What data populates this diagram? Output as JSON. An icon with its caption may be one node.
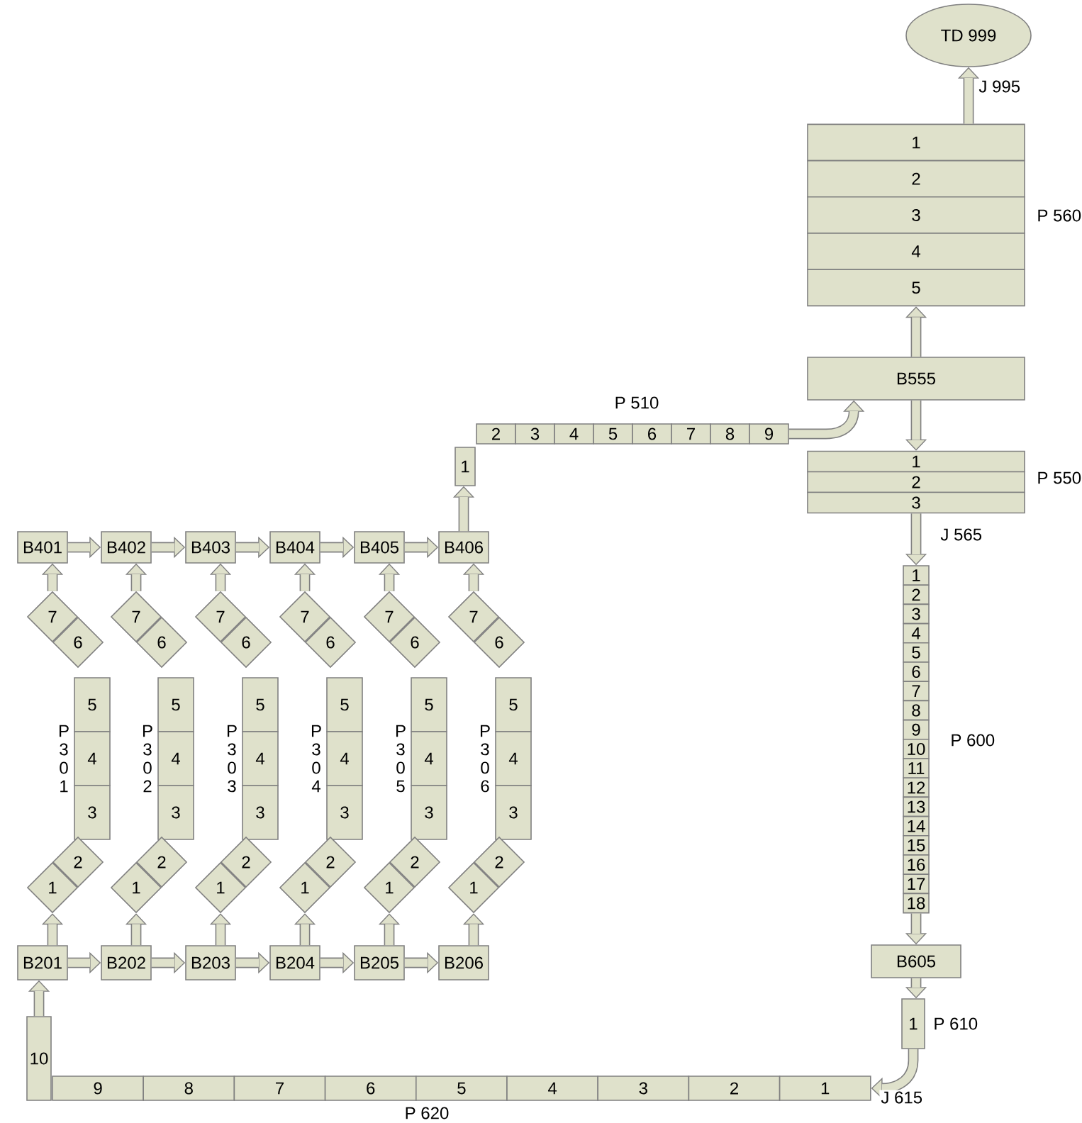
{
  "diagram": {
    "nodes": [
      {
        "text": [
          "TD 999"
        ]
      },
      {
        "text": [
          "1"
        ]
      },
      {
        "text": [
          "2"
        ]
      },
      {
        "text": [
          "3"
        ]
      },
      {
        "text": [
          "4"
        ]
      },
      {
        "text": [
          "5"
        ]
      },
      {
        "text": [
          "B555"
        ]
      },
      {
        "text": [
          "2"
        ]
      },
      {
        "text": [
          "3"
        ]
      },
      {
        "text": [
          "4"
        ]
      },
      {
        "text": [
          "5"
        ]
      },
      {
        "text": [
          "6"
        ]
      },
      {
        "text": [
          "7"
        ]
      },
      {
        "text": [
          "8"
        ]
      },
      {
        "text": [
          "9"
        ]
      },
      {
        "text": [
          "1"
        ]
      },
      {
        "text": [
          "2"
        ]
      },
      {
        "text": [
          "3"
        ]
      },
      {
        "text": [
          "1"
        ]
      },
      {
        "text": [
          "2"
        ]
      },
      {
        "text": [
          "3"
        ]
      },
      {
        "text": [
          "4"
        ]
      },
      {
        "text": [
          "5"
        ]
      },
      {
        "text": [
          "6"
        ]
      },
      {
        "text": [
          "7"
        ]
      },
      {
        "text": [
          "8"
        ]
      },
      {
        "text": [
          "9"
        ]
      },
      {
        "text": [
          "10"
        ]
      },
      {
        "text": [
          "11"
        ]
      },
      {
        "text": [
          "12"
        ]
      },
      {
        "text": [
          "13"
        ]
      },
      {
        "text": [
          "14"
        ]
      },
      {
        "text": [
          "15"
        ]
      },
      {
        "text": [
          "16"
        ]
      },
      {
        "text": [
          "17"
        ]
      },
      {
        "text": [
          "18"
        ]
      },
      {
        "text": [
          "B401"
        ]
      },
      {
        "text": [
          "B402"
        ]
      },
      {
        "text": [
          "B403"
        ]
      },
      {
        "text": [
          "B404"
        ]
      },
      {
        "text": [
          "B405"
        ]
      },
      {
        "text": [
          "B406"
        ]
      },
      {
        "text": [
          "1"
        ]
      },
      {
        "text": [
          "7"
        ]
      },
      {
        "text": [
          "6"
        ]
      },
      {
        "text": [
          "5"
        ]
      },
      {
        "text": [
          "4"
        ]
      },
      {
        "text": [
          "3"
        ]
      },
      {
        "text": [
          "2"
        ]
      },
      {
        "text": [
          "1"
        ]
      },
      {
        "text": [
          "7"
        ]
      },
      {
        "text": [
          "6"
        ]
      },
      {
        "text": [
          "5"
        ]
      },
      {
        "text": [
          "4"
        ]
      },
      {
        "text": [
          "3"
        ]
      },
      {
        "text": [
          "2"
        ]
      },
      {
        "text": [
          "1"
        ]
      },
      {
        "text": [
          "7"
        ]
      },
      {
        "text": [
          "6"
        ]
      },
      {
        "text": [
          "5"
        ]
      },
      {
        "text": [
          "4"
        ]
      },
      {
        "text": [
          "3"
        ]
      },
      {
        "text": [
          "2"
        ]
      },
      {
        "text": [
          "1"
        ]
      },
      {
        "text": [
          "7"
        ]
      },
      {
        "text": [
          "6"
        ]
      },
      {
        "text": [
          "5"
        ]
      },
      {
        "text": [
          "4"
        ]
      },
      {
        "text": [
          "3"
        ]
      },
      {
        "text": [
          "2"
        ]
      },
      {
        "text": [
          "1"
        ]
      },
      {
        "text": [
          "7"
        ]
      },
      {
        "text": [
          "6"
        ]
      },
      {
        "text": [
          "5"
        ]
      },
      {
        "text": [
          "4"
        ]
      },
      {
        "text": [
          "3"
        ]
      },
      {
        "text": [
          "2"
        ]
      },
      {
        "text": [
          "1"
        ]
      },
      {
        "text": [
          "7"
        ]
      },
      {
        "text": [
          "6"
        ]
      },
      {
        "text": [
          "5"
        ]
      },
      {
        "text": [
          "4"
        ]
      },
      {
        "text": [
          "3"
        ]
      },
      {
        "text": [
          "2"
        ]
      },
      {
        "text": [
          "1"
        ]
      },
      {
        "text": [
          "B201"
        ]
      },
      {
        "text": [
          "B202"
        ]
      },
      {
        "text": [
          "B203"
        ]
      },
      {
        "text": [
          "B204"
        ]
      },
      {
        "text": [
          "B205"
        ]
      },
      {
        "text": [
          "B206"
        ]
      },
      {
        "text": [
          "B605"
        ]
      },
      {
        "text": [
          "1"
        ]
      },
      {
        "text": [
          "10"
        ]
      },
      {
        "text": [
          "9"
        ]
      },
      {
        "text": [
          "8"
        ]
      },
      {
        "text": [
          "7"
        ]
      },
      {
        "text": [
          "6"
        ]
      },
      {
        "text": [
          "5"
        ]
      },
      {
        "text": [
          "4"
        ]
      },
      {
        "text": [
          "3"
        ]
      },
      {
        "text": [
          "2"
        ]
      },
      {
        "text": [
          "1"
        ]
      }
    ],
    "edges": [
      {
        "from": 1,
        "to": 0,
        "arrow": "to",
        "label": "J 995"
      },
      {
        "from": 6,
        "to": 5,
        "arrow": "to"
      },
      {
        "from": 6,
        "to": 15,
        "arrow": "to"
      },
      {
        "from": 14,
        "to": 6,
        "arrow": "to"
      },
      {
        "from": 17,
        "to": 18,
        "arrow": "to",
        "label": "J 565"
      },
      {
        "from": 35,
        "to": 91,
        "arrow": "to"
      },
      {
        "from": 91,
        "to": 92,
        "arrow": "to"
      },
      {
        "from": 92,
        "to": 102,
        "arrow": "to",
        "label": "J 615"
      },
      {
        "from": 93,
        "to": 85,
        "arrow": "to"
      },
      {
        "from": 85,
        "to": 86,
        "arrow": "to"
      },
      {
        "from": 86,
        "to": 87,
        "arrow": "to"
      },
      {
        "from": 87,
        "to": 88,
        "arrow": "to"
      },
      {
        "from": 88,
        "to": 89,
        "arrow": "to"
      },
      {
        "from": 89,
        "to": 90,
        "arrow": "to"
      },
      {
        "from": 36,
        "to": 37,
        "arrow": "to"
      },
      {
        "from": 37,
        "to": 38,
        "arrow": "to"
      },
      {
        "from": 38,
        "to": 39,
        "arrow": "to"
      },
      {
        "from": 39,
        "to": 40,
        "arrow": "to"
      },
      {
        "from": 40,
        "to": 41,
        "arrow": "to"
      },
      {
        "from": 41,
        "to": 42,
        "arrow": "to"
      },
      {
        "from": 85,
        "to": 49,
        "arrow": "to"
      },
      {
        "from": 86,
        "to": 56,
        "arrow": "to"
      },
      {
        "from": 87,
        "to": 63,
        "arrow": "to"
      },
      {
        "from": 88,
        "to": 70,
        "arrow": "to"
      },
      {
        "from": 89,
        "to": 77,
        "arrow": "to"
      },
      {
        "from": 90,
        "to": 84,
        "arrow": "to"
      },
      {
        "from": 43,
        "to": 36,
        "arrow": "to"
      },
      {
        "from": 50,
        "to": 37,
        "arrow": "to"
      },
      {
        "from": 57,
        "to": 38,
        "arrow": "to"
      },
      {
        "from": 64,
        "to": 39,
        "arrow": "to"
      },
      {
        "from": 71,
        "to": 40,
        "arrow": "to"
      },
      {
        "from": 78,
        "to": 41,
        "arrow": "to"
      }
    ],
    "labels": [
      "P 560",
      "P 510",
      "P 550",
      "P 600",
      "P301",
      "P302",
      "P303",
      "P304",
      "P305",
      "P306",
      "P 610",
      "P 620"
    ]
  }
}
